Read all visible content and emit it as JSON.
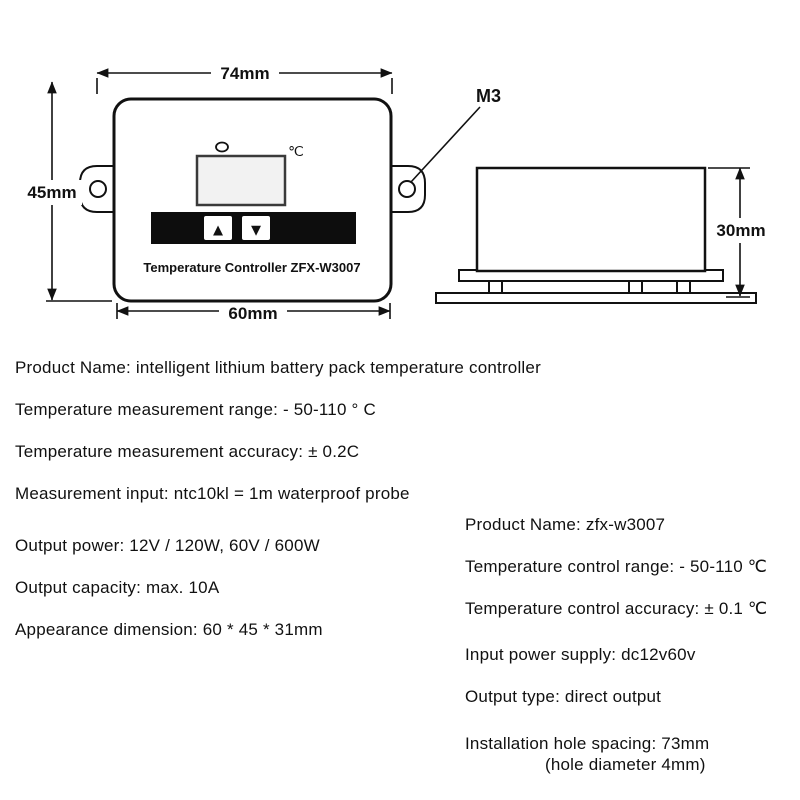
{
  "drawing": {
    "front_view": {
      "dim_top": "74mm",
      "dim_left": "45mm",
      "dim_bottom": "60mm",
      "screw_label": "M3",
      "display_unit": "℃",
      "brand_label": "Temperature Controller ZFX-W3007",
      "up_button_icon": "▲",
      "down_button_icon": "▼"
    },
    "side_view": {
      "dim_right": "30mm"
    }
  },
  "specs_left": [
    "Product Name: intelligent lithium battery pack temperature controller",
    "Temperature measurement range: - 50-110 ° C",
    "Temperature measurement accuracy: ± 0.2C",
    "Measurement input: ntc10kl = 1m waterproof probe",
    "Output power: 12V / 120W, 60V / 600W",
    "Output capacity: max. 10A",
    "Appearance dimension: 60 * 45 * 31mm"
  ],
  "specs_right": [
    "Product Name: zfx-w3007",
    "Temperature control range: - 50-110 ℃",
    "Temperature control accuracy: ± 0.1 ℃",
    "Input power supply: dc12v60v",
    "Output type: direct output",
    "Installation hole spacing: 73mm",
    "(hole diameter 4mm)"
  ],
  "colors": {
    "line": "#111111",
    "button_bar": "#0d0d0d",
    "lcd_fill": "#f2f2f2"
  }
}
